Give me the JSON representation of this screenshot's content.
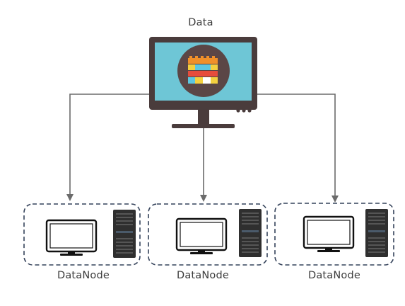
{
  "master": {
    "label": "Data"
  },
  "nodes": [
    {
      "label": "DataNode"
    },
    {
      "label": "DataNode"
    },
    {
      "label": "DataNode"
    }
  ],
  "colors": {
    "monitor_frame": "#4a3c3c",
    "screen": "#6ec6d6",
    "badge": "#5b4646",
    "arrow": "#6b6b6b",
    "node_border": "#34425a",
    "tower": "#2f2f2f",
    "text": "#3c3c3c",
    "blocks": [
      "#f0902a",
      "#f4d03f",
      "#e74c3c",
      "#5dc6e0",
      "#ffffff"
    ]
  },
  "icons": {
    "master": "monitor-with-data-blocks-icon",
    "node_monitor": "monitor-outline-icon",
    "node_server": "server-tower-icon"
  }
}
